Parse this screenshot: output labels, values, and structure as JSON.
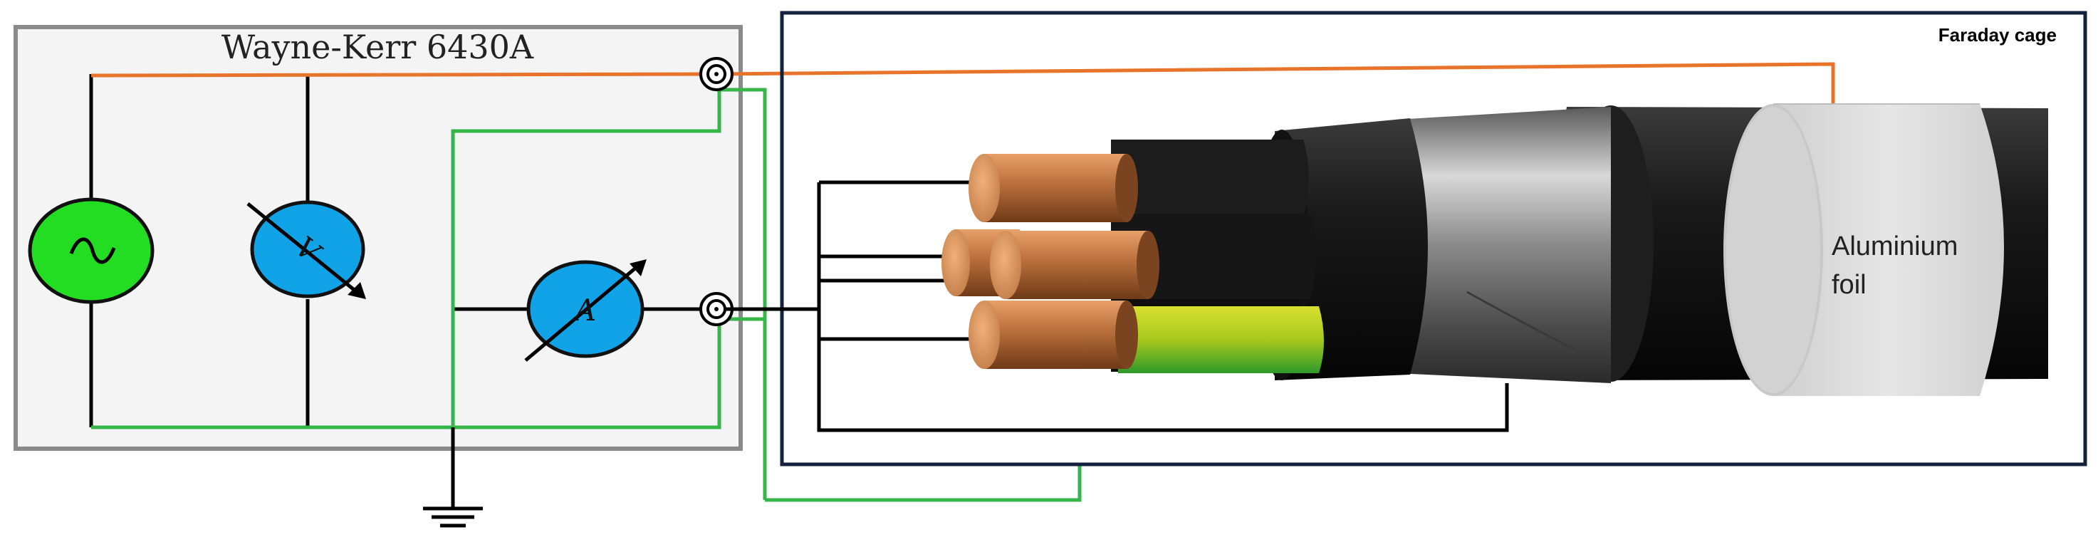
{
  "instrument": {
    "name": "Wayne-Kerr 6430A"
  },
  "enclosure": {
    "label": "Faraday cage"
  },
  "foil": {
    "label_line1": "Aluminium",
    "label_line2": "foil"
  },
  "meters": {
    "voltage_symbol": "V",
    "current_symbol": "A",
    "source_symbol": "~"
  },
  "colors": {
    "source_green": "#22dd22",
    "meter_blue": "#11a3e8",
    "hv_wire_orange": "#e8742c",
    "ground_wire_green": "#36b54a",
    "signal_wire_black": "#000000",
    "instrument_border": "#8a8a8a",
    "cage_border": "#14213d",
    "copper": "#c4814a",
    "cable_black": "#1a1a1a",
    "foil_grey": "#dcdcdc"
  }
}
